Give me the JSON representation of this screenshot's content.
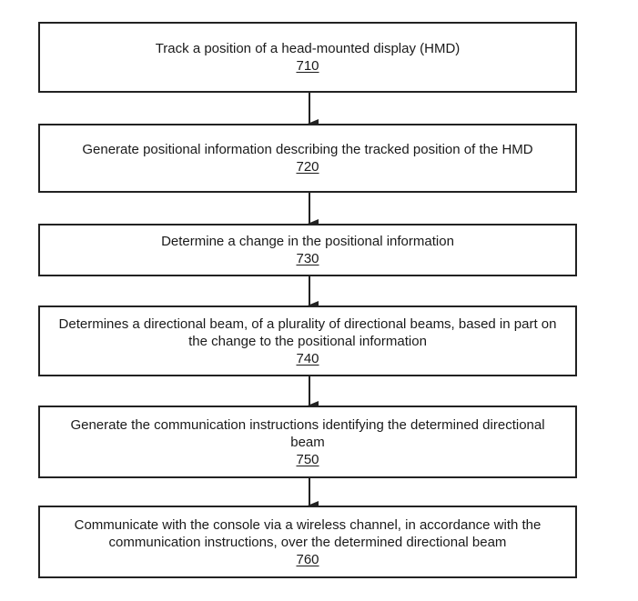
{
  "steps": [
    {
      "text": "Track a position of a head-mounted display (HMD)",
      "ref": "710"
    },
    {
      "text": "Generate positional information describing the tracked position of the HMD",
      "ref": "720"
    },
    {
      "text": "Determine a change in the positional information",
      "ref": "730"
    },
    {
      "text": "Determines a directional beam, of a plurality of directional beams, based in part on the change to the positional information",
      "ref": "740"
    },
    {
      "text": "Generate the communication instructions identifying the determined directional beam",
      "ref": "750"
    },
    {
      "text": "Communicate with the console via a wireless channel, in accordance with the communication instructions, over the determined directional beam",
      "ref": "760"
    }
  ]
}
